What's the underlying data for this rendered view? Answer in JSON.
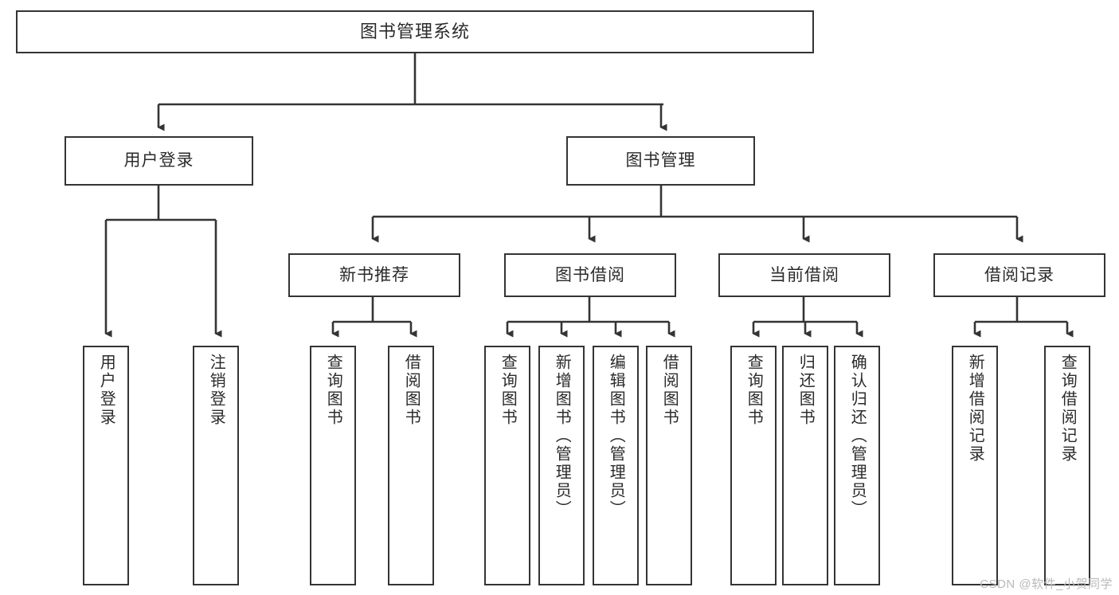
{
  "diagram": {
    "title": "图书管理系统",
    "watermark": "CSDN @软件_小贺同学",
    "colors": {
      "stroke": "#343434",
      "text": "#2b2b2b",
      "background": "#ffffff",
      "watermark": "#b9b9b9"
    },
    "root": {
      "label": "图书管理系统"
    },
    "level2": [
      {
        "label": "用户登录"
      },
      {
        "label": "图书管理"
      }
    ],
    "level3": [
      {
        "label": "新书推荐"
      },
      {
        "label": "图书借阅"
      },
      {
        "label": "当前借阅"
      },
      {
        "label": "借阅记录"
      }
    ],
    "leaves": {
      "user_login": [
        {
          "label": "用户登录"
        },
        {
          "label": "注销登录"
        }
      ],
      "new_book_recommend": [
        {
          "label": "查询图书"
        },
        {
          "label": "借阅图书"
        }
      ],
      "book_borrow": [
        {
          "label": "查询图书"
        },
        {
          "label": "新增图书（管理员）"
        },
        {
          "label": "编辑图书（管理员）"
        },
        {
          "label": "借阅图书"
        }
      ],
      "current_borrow": [
        {
          "label": "查询图书"
        },
        {
          "label": "归还图书"
        },
        {
          "label": "确认归还（管理员）"
        }
      ],
      "borrow_record": [
        {
          "label": "新增借阅记录"
        },
        {
          "label": "查询借阅记录"
        }
      ]
    }
  }
}
